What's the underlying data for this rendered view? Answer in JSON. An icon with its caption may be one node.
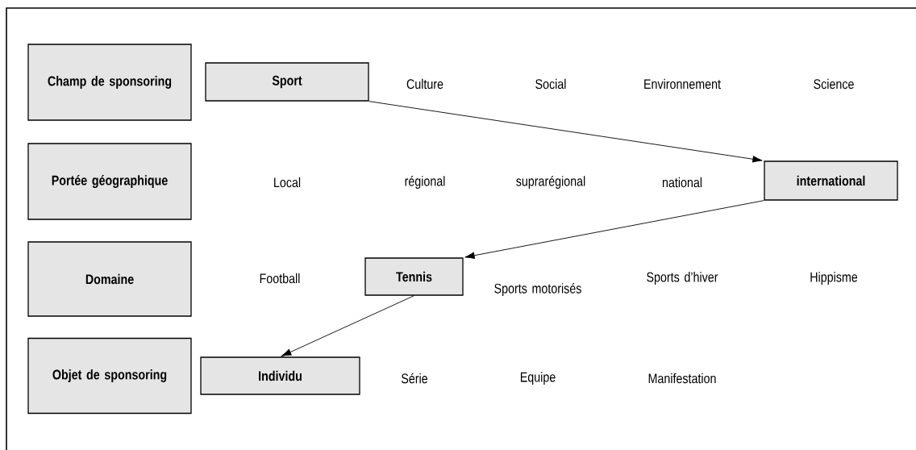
{
  "diagram": {
    "nodes": [
      {
        "text": [
          "Champ de sponsoring"
        ]
      },
      {
        "text": [
          "Sport"
        ]
      },
      {
        "text": [
          "Portée géographique"
        ]
      },
      {
        "text": [
          "international"
        ]
      },
      {
        "text": [
          "Domaine"
        ]
      },
      {
        "text": [
          "Tennis"
        ]
      },
      {
        "text": [
          "Objet de sponsoring"
        ]
      },
      {
        "text": [
          "Individu"
        ]
      }
    ],
    "edges": [
      {
        "from": 1,
        "to": 3,
        "arrow": "to"
      },
      {
        "from": 3,
        "to": 5,
        "arrow": "to"
      },
      {
        "from": 5,
        "to": 7,
        "arrow": "to"
      }
    ],
    "labels": [
      "Culture",
      "Social",
      "Environnement",
      "Science",
      "Local",
      "régional",
      "suprarégional",
      "national",
      "Football",
      "Sports motorisés",
      "Sports d’hiver",
      "Hippisme",
      "Série",
      "Equipe",
      "Manifestation"
    ]
  }
}
